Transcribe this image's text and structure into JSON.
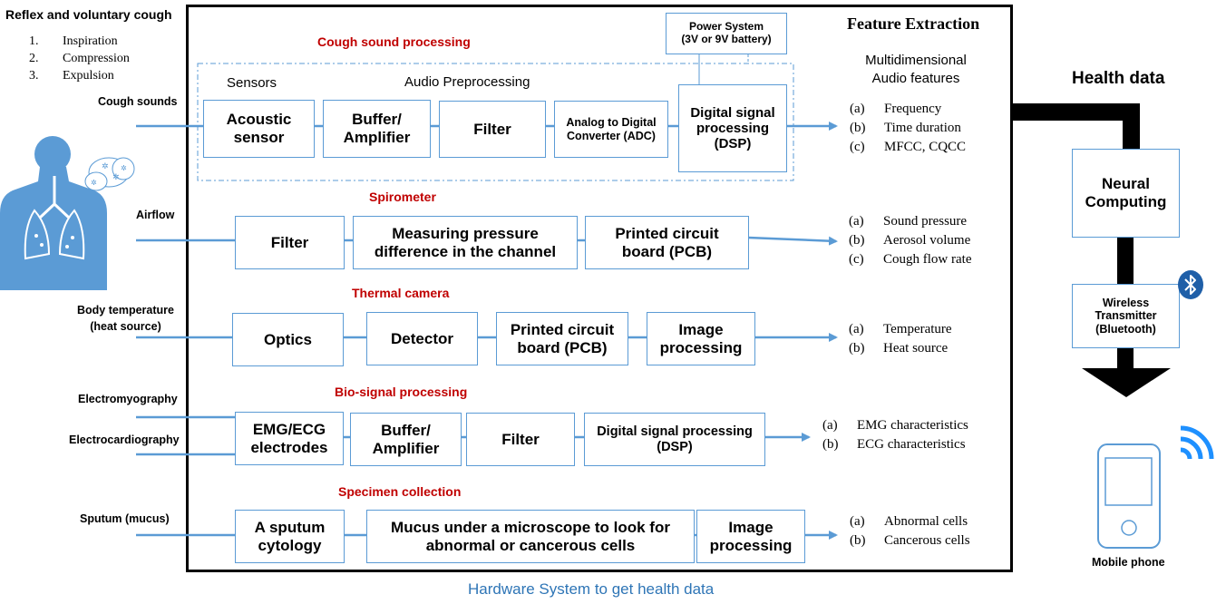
{
  "left_panel": {
    "title": "Reflex and voluntary cough",
    "steps": [
      {
        "num": "1.",
        "text": "Inspiration"
      },
      {
        "num": "2.",
        "text": "Compression"
      },
      {
        "num": "3.",
        "text": "Expulsion"
      }
    ]
  },
  "inputs": {
    "cough_sounds": "Cough sounds",
    "airflow": "Airflow",
    "body_temperature": "Body temperature",
    "heat_source": "(heat source)",
    "electromyography": "Electromyography",
    "electrocardiography": "Electrocardiography",
    "sputum": "Sputum (mucus)"
  },
  "hardware": {
    "caption": "Hardware System to get health data",
    "power_system": {
      "line1": "Power System",
      "line2": "(3V or 9V battery)"
    },
    "cough": {
      "title": "Cough sound processing",
      "sensors_label": "Sensors",
      "preprocessing_label": "Audio Preprocessing",
      "acoustic_sensor": "Acoustic sensor",
      "buffer_amplifier": "Buffer/ Amplifier",
      "filter": "Filter",
      "adc": "Analog to Digital Converter (ADC)",
      "dsp": "Digital signal processing (DSP)"
    },
    "spirometer": {
      "title": "Spirometer",
      "filter": "Filter",
      "measuring": "Measuring pressure difference in the channel",
      "pcb": "Printed circuit board (PCB)"
    },
    "thermal": {
      "title": "Thermal camera",
      "optics": "Optics",
      "detector": "Detector",
      "pcb": "Printed circuit board (PCB)",
      "image_processing": "Image processing"
    },
    "biosignal": {
      "title": "Bio-signal processing",
      "electrodes": "EMG/ECG electrodes",
      "buffer_amplifier": "Buffer/ Amplifier",
      "filter": "Filter",
      "dsp": "Digital signal processing (DSP)"
    },
    "specimen": {
      "title": "Specimen collection",
      "cytology": "A sputum cytology",
      "microscope": "Mucus under a microscope to look for abnormal or cancerous cells",
      "image_processing": "Image processing"
    }
  },
  "features": {
    "title": "Feature Extraction",
    "audio_heading_line1": "Multidimensional",
    "audio_heading_line2": "Audio features",
    "audio": [
      {
        "letter": "(a)",
        "text": "Frequency"
      },
      {
        "letter": "(b)",
        "text": "Time duration"
      },
      {
        "letter": "(c)",
        "text": "MFCC, CQCC"
      }
    ],
    "spirometer": [
      {
        "letter": "(a)",
        "text": "Sound pressure"
      },
      {
        "letter": "(b)",
        "text": "Aerosol volume"
      },
      {
        "letter": "(c)",
        "text": "Cough flow rate"
      }
    ],
    "thermal": [
      {
        "letter": "(a)",
        "text": "Temperature"
      },
      {
        "letter": "(b)",
        "text": "Heat source"
      }
    ],
    "biosignal": [
      {
        "letter": "(a)",
        "text": "EMG characteristics"
      },
      {
        "letter": "(b)",
        "text": "ECG characteristics"
      }
    ],
    "specimen": [
      {
        "letter": "(a)",
        "text": "Abnormal cells"
      },
      {
        "letter": "(b)",
        "text": "Cancerous cells"
      }
    ]
  },
  "right_panel": {
    "health_data": "Health data",
    "neural_computing": "Neural Computing",
    "wireless": "Wireless Transmitter (Bluetooth)",
    "mobile_phone": "Mobile phone"
  },
  "colors": {
    "box_border": "#5b9bd5",
    "arrow": "#5b9bd5",
    "section_title": "#c00000",
    "caption": "#2e75b6",
    "body_figure": "#5b9bd5",
    "bluetooth": "#1f5fa8"
  },
  "icons": [
    "human-body-icon",
    "bluetooth-icon",
    "wifi-icon",
    "mobile-phone-icon"
  ]
}
